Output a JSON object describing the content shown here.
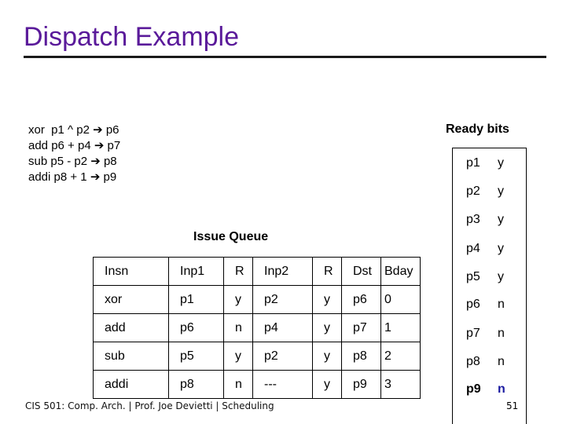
{
  "title": "Dispatch Example",
  "code_lines": [
    "xor  p1 ^ p2 ➔ p6",
    "add p6 + p4 ➔ p7",
    "sub p5 - p2 ➔ p8",
    "addi p8 + 1 ➔ p9"
  ],
  "ready_bits": {
    "title": "Ready bits",
    "rows": [
      {
        "reg": "p1",
        "val": "y"
      },
      {
        "reg": "p2",
        "val": "y"
      },
      {
        "reg": "p3",
        "val": "y"
      },
      {
        "reg": "p4",
        "val": "y"
      },
      {
        "reg": "p5",
        "val": "y"
      },
      {
        "reg": "p6",
        "val": "n"
      },
      {
        "reg": "p7",
        "val": "n"
      },
      {
        "reg": "p8",
        "val": "n"
      },
      {
        "reg": "p9",
        "val": "n"
      }
    ]
  },
  "issue_queue": {
    "title": "Issue Queue",
    "headers": [
      "Insn",
      "Inp1",
      "R",
      "Inp2",
      "R",
      "Dst",
      "Bday"
    ],
    "rows": [
      [
        "xor",
        "p1",
        "y",
        "p2",
        "y",
        "p6",
        "0"
      ],
      [
        "add",
        "p6",
        "n",
        "p4",
        "y",
        "p7",
        "1"
      ],
      [
        "sub",
        "p5",
        "y",
        "p2",
        "y",
        "p8",
        "2"
      ],
      [
        "addi",
        "p8",
        "n",
        "---",
        "y",
        "p9",
        "3"
      ]
    ]
  },
  "footer": "CIS 501: Comp. Arch.  |  Prof. Joe Devietti  |  Scheduling",
  "page_number": "51",
  "colors": {
    "title": "#5a1a9a",
    "highlight": "#1a1aa0"
  }
}
